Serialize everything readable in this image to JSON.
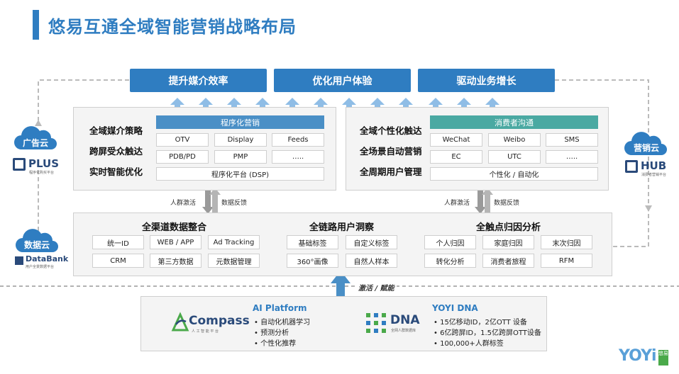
{
  "title": "悠易互通全域智能营销战略布局",
  "goals": [
    "提升媒介效率",
    "优化用户体验",
    "驱动业务增长"
  ],
  "left_panel": {
    "labels": [
      "全域媒介策略",
      "跨屏受众触达",
      "实时智能优化"
    ],
    "header": "程序化营销",
    "cells": [
      "OTV",
      "Display",
      "Feeds",
      "PDB/PD",
      "PMP",
      "….."
    ],
    "platform": "程序化平台 (DSP)"
  },
  "right_panel": {
    "labels": [
      "全域个性化触达",
      "全场景自动营销",
      "全周期用户管理"
    ],
    "header": "消费者沟通",
    "cells": [
      "WeChat",
      "Weibo",
      "SMS",
      "EC",
      "UTC",
      "….."
    ],
    "platform": "个性化 / 自动化"
  },
  "flow_labels": {
    "left_down": "人群激活",
    "left_up": "数据反馈",
    "right_down": "人群激活",
    "right_up": "数据反馈"
  },
  "clouds": {
    "ad": {
      "label": "广告云",
      "logo": "PLUS",
      "sub": "程序化购买平台"
    },
    "marketing": {
      "label": "营销云",
      "logo": "HUB",
      "sub": "消费者营销平台"
    },
    "data": {
      "label": "数据云",
      "logo": "DataBank",
      "sub": "用户全景数据平台"
    }
  },
  "data_panel": {
    "sections": [
      {
        "title": "全渠道数据整合",
        "cells": [
          "统一ID",
          "WEB / APP",
          "Ad Tracking",
          "CRM",
          "第三方数据",
          "元数据管理"
        ]
      },
      {
        "title": "全链路用户洞察",
        "cells": [
          "基础标签",
          "自定义标签",
          "360°画像",
          "自然人样本"
        ]
      },
      {
        "title": "全触点归因分析",
        "cells": [
          "个人归因",
          "家庭归因",
          "末次归因",
          "转化分析",
          "消费者旅程",
          "RFM"
        ]
      }
    ]
  },
  "enable_label": "激活 / 赋能",
  "bottom": {
    "compass": {
      "logo": "Compass",
      "sub": "人 工 智 能 平 台",
      "title": "AI Platform",
      "bullets": [
        "自动化机器学习",
        "预测分析",
        "个性化推荐"
      ]
    },
    "dna": {
      "logo": "DNA",
      "sub": "全网人群数据库",
      "title": "YOYI DNA",
      "bullets": [
        "15亿移动ID，2亿OTT 设备",
        "6亿跨屏ID，1.5亿跨屏OTT设备",
        "100,000+人群标签"
      ]
    }
  },
  "brand": {
    "logo": "YOYi",
    "cn": "悠易"
  },
  "colors": {
    "primary": "#2f7dc1",
    "teal": "#4aa9a2",
    "arrow": "#4a8fc6"
  }
}
